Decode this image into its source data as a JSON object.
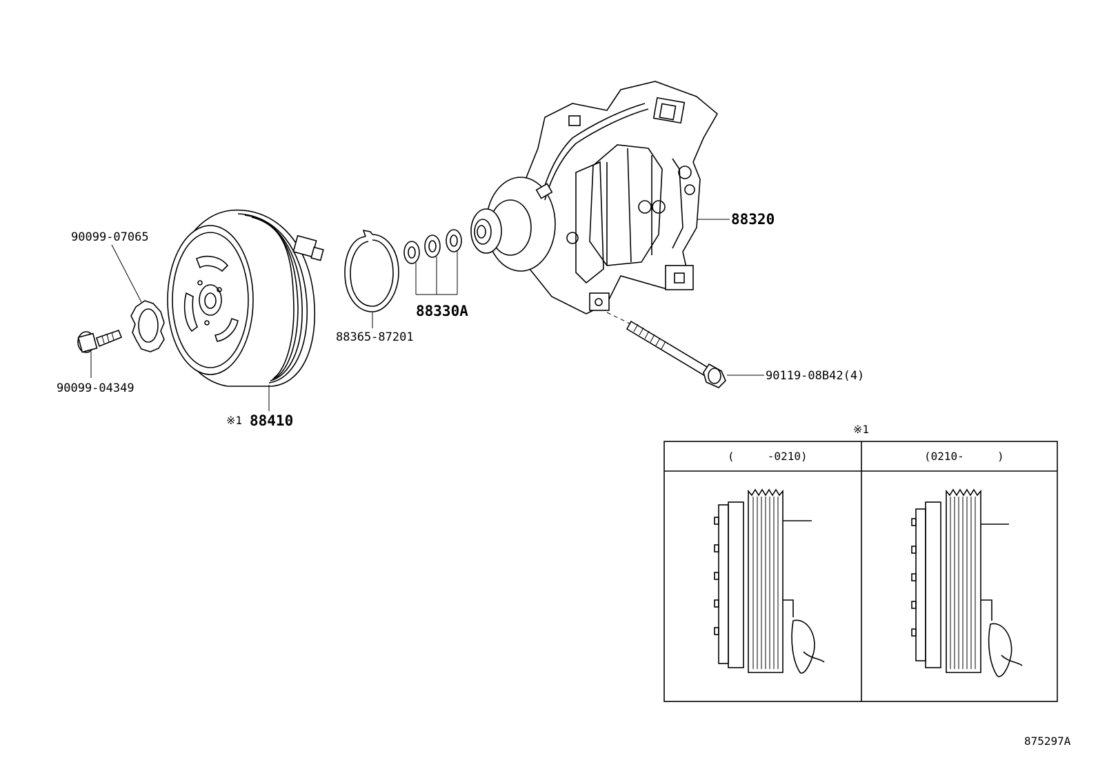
{
  "diagram_code": "875297A",
  "parts": {
    "compressor": "88320",
    "clutch_assembly": "88410",
    "clutch_note_mark": "※1",
    "snap_ring": "88365-87201",
    "shims": "88330A",
    "plate_washer": "90099-07065",
    "center_bolt": "90099-04349",
    "mounting_bolt": "90119-08B42(4)"
  },
  "inset": {
    "title": "※1",
    "left_header": "(     -0210)",
    "right_header": "(0210-     )"
  }
}
